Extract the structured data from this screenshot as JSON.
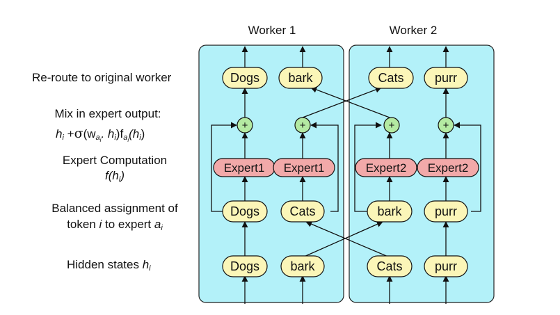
{
  "workers": [
    {
      "title": "Worker 1"
    },
    {
      "title": "Worker 2"
    }
  ],
  "row_labels": {
    "reroute": "Re-route to original worker",
    "mix_line1": "Mix in expert output:",
    "mix_formula": {
      "h": "h",
      "i": "i",
      "plus": "+",
      "sigma": "σ",
      "w": "(w",
      "a": "a",
      "dot": ". h",
      "close": ")f",
      "paren": "(h",
      "end": ")"
    },
    "expert_line1": "Expert Computation",
    "expert_line2": "f(h",
    "expert_line2_end": ")",
    "balanced_line1": "Balanced assignment of",
    "balanced_line2": "token ",
    "balanced_i": "i",
    "balanced_mid": " to expert ",
    "balanced_a": "a",
    "hidden": "Hidden states ",
    "hidden_h": "h"
  },
  "tokens": {
    "hidden": [
      "Dogs",
      "bark",
      "Cats",
      "purr"
    ],
    "assigned": [
      "Dogs",
      "Cats",
      "bark",
      "purr"
    ],
    "experts": [
      "Expert1",
      "Expert1",
      "Expert2",
      "Expert2"
    ],
    "mix_symbol": "+",
    "rerouted": [
      "Dogs",
      "bark",
      "Cats",
      "purr"
    ]
  },
  "colors": {
    "worker_fill": "#b3f1f9",
    "token_fill": "#fbf6b8",
    "expert_fill": "#f2a9a9",
    "plus_fill": "#b4eaa2",
    "stroke": "#111111"
  }
}
